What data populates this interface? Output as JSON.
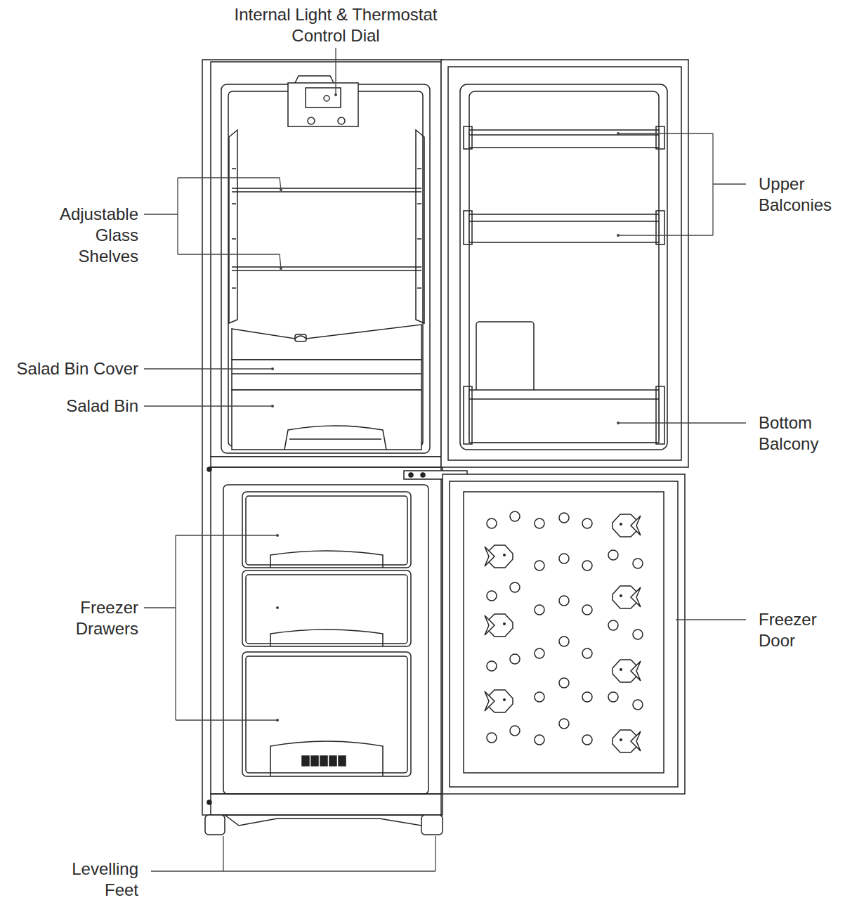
{
  "diagram": {
    "labels": [
      "Internal Light & Thermostat Control Dial",
      "Adjustable Glass Shelves",
      "Salad Bin Cover",
      "Salad Bin",
      "Freezer Drawers",
      "Levelling Feet",
      "Upper Balconies",
      "Bottom Balcony",
      "Freezer Door"
    ]
  }
}
